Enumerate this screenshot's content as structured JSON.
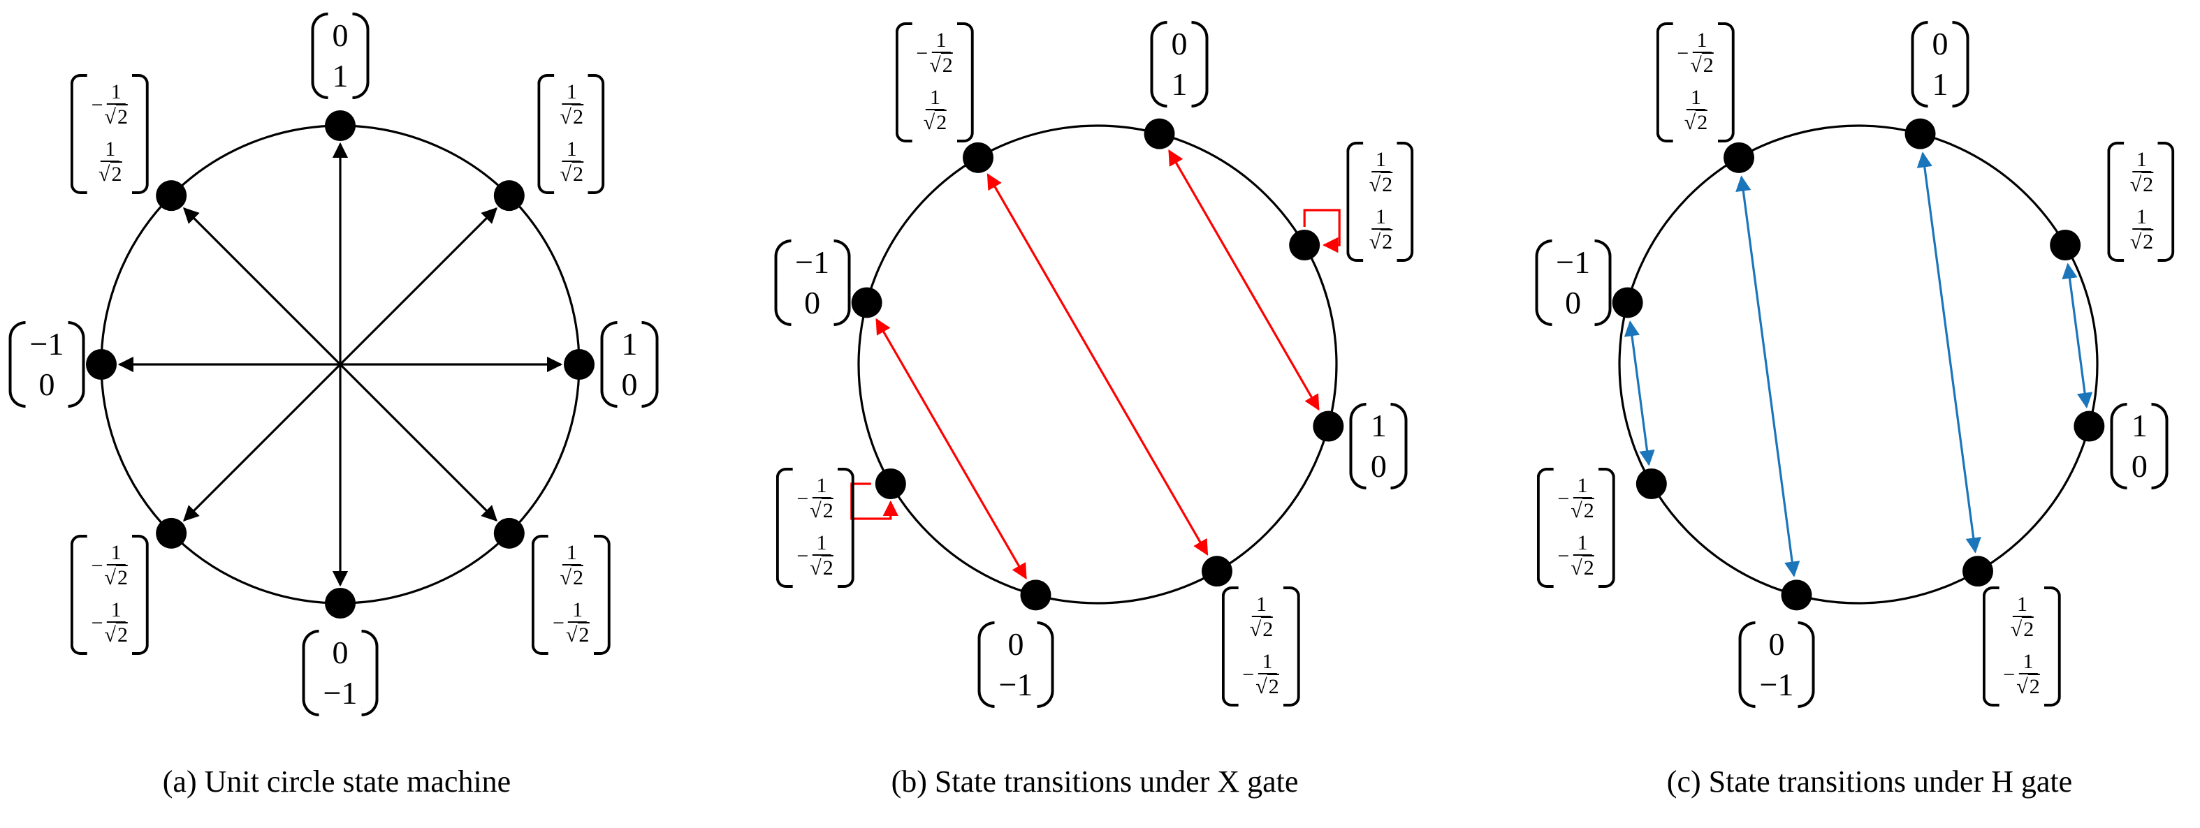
{
  "colors": {
    "panel_a": "#000000",
    "panel_b": "#ff0000",
    "panel_c": "#1b75bb"
  },
  "symbols": {
    "one": "1",
    "root_two": "2",
    "radical": "√",
    "minus": "−"
  },
  "states": [
    {
      "id": "e",
      "top": "1",
      "bottom": "0",
      "kind": "int"
    },
    {
      "id": "ne",
      "top": "1/√2",
      "bottom": "1/√2",
      "kind": "frac"
    },
    {
      "id": "n",
      "top": "0",
      "bottom": "1",
      "kind": "int"
    },
    {
      "id": "nw",
      "top": "-1/√2",
      "bottom": "1/√2",
      "kind": "frac"
    },
    {
      "id": "w",
      "top": "−1",
      "bottom": "0",
      "kind": "int"
    },
    {
      "id": "sw",
      "top": "-1/√2",
      "bottom": "-1/√2",
      "kind": "frac"
    },
    {
      "id": "s",
      "top": "0",
      "bottom": "−1",
      "kind": "int"
    },
    {
      "id": "se",
      "top": "1/√2",
      "bottom": "-1/√2",
      "kind": "frac"
    }
  ],
  "panels": [
    {
      "id": "a",
      "caption": "(a) Unit circle state machine",
      "transitions": [
        "e",
        "ne",
        "n",
        "nw",
        "w",
        "sw",
        "s",
        "se"
      ],
      "rotation_deg": 0
    },
    {
      "id": "b",
      "caption": "(b) State transitions under X gate",
      "transitions": [
        [
          "n",
          "e"
        ],
        [
          "nw",
          "se"
        ],
        [
          "w",
          "s"
        ]
      ],
      "self_loops": [
        "ne",
        "sw"
      ],
      "rotation_deg": -15
    },
    {
      "id": "c",
      "caption": "(c) State transitions under H gate",
      "transitions": [
        [
          "ne",
          "e"
        ],
        [
          "n",
          "se"
        ],
        [
          "nw",
          "s"
        ],
        [
          "w",
          "sw"
        ]
      ],
      "rotation_deg": -15
    }
  ]
}
